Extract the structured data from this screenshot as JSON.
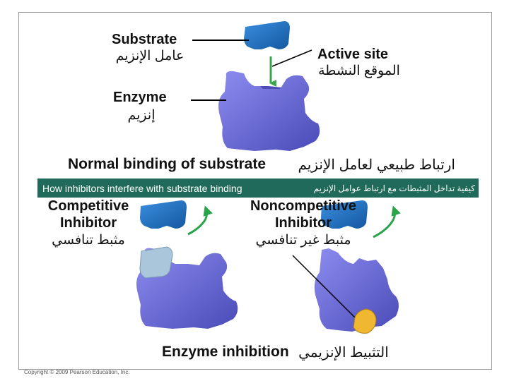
{
  "diagram": {
    "labels": {
      "substrate_en": "Substrate",
      "substrate_ar": "عامل الإنزيم",
      "active_site_en": "Active site",
      "active_site_ar": "الموقع النشطة",
      "enzyme_en": "Enzyme",
      "enzyme_ar": "إنزيم",
      "normal_binding_en": "Normal binding of substrate",
      "normal_binding_ar": "ارتباط طبيعي لعامل الإنزيم",
      "banner_en": "How inhibitors interfere with substrate binding",
      "banner_ar": "كيفية تداخل المثبطات مع ارتباط عوامل الإنزيم",
      "competitive_line1": "Competitive",
      "competitive_line2": "Inhibitor",
      "competitive_ar": "مثبط تنافسي",
      "noncompetitive_line1": "Noncompetitive",
      "noncompetitive_line2": "Inhibitor",
      "noncompetitive_ar": "مثبط غير تنافسي",
      "enzyme_inhibition_en": "Enzyme inhibition",
      "enzyme_inhibition_ar": "التثبيط الإنزيمي",
      "copyright": "Copyright © 2009 Pearson Education, Inc."
    },
    "colors": {
      "enzyme": "#6a6ad8",
      "substrate": "#1f6fc0",
      "competitive_inhibitor": "#a9c6da",
      "noncompetitive_inhibitor": "#f0b830",
      "arrow_down": "#3aa64a",
      "arrow_curve": "#2aa44a",
      "banner": "#1f6a58"
    }
  }
}
